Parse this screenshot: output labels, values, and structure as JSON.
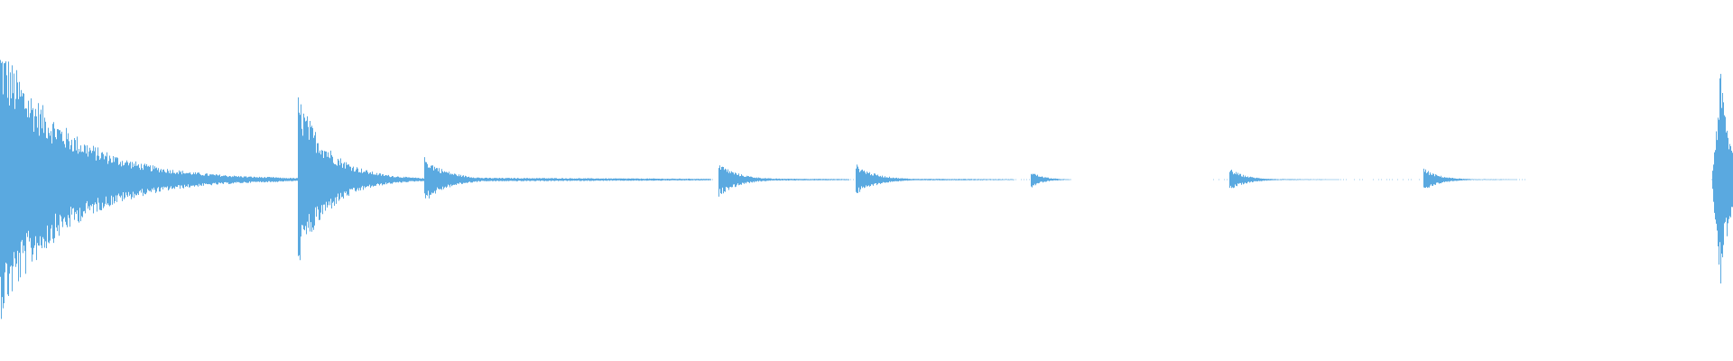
{
  "waveform": {
    "color": "#5aa9e0",
    "background": "#ffffff",
    "duration_fraction_visible": 1.0,
    "transients": [
      {
        "position": 0.0,
        "peak_amplitude": 0.98,
        "decay": 0.085,
        "tail_level": 0.045,
        "tail_until": 0.16
      },
      {
        "position": 0.172,
        "peak_amplitude": 0.6,
        "decay": 0.04,
        "tail_level": 0.035,
        "tail_until": 0.24
      },
      {
        "position": 0.245,
        "peak_amplitude": 0.16,
        "decay": 0.03,
        "tail_level": 0.015,
        "tail_until": 0.41
      },
      {
        "position": 0.415,
        "peak_amplitude": 0.12,
        "decay": 0.025,
        "tail_level": 0.01,
        "tail_until": 0.49
      },
      {
        "position": 0.494,
        "peak_amplitude": 0.11,
        "decay": 0.025,
        "tail_level": 0.008,
        "tail_until": 0.585
      },
      {
        "position": 0.595,
        "peak_amplitude": 0.06,
        "decay": 0.015,
        "tail_level": 0.005,
        "tail_until": 0.618
      },
      {
        "position": 0.71,
        "peak_amplitude": 0.08,
        "decay": 0.02,
        "tail_level": 0.005,
        "tail_until": 0.773
      },
      {
        "position": 0.822,
        "peak_amplitude": 0.08,
        "decay": 0.02,
        "tail_level": 0.005,
        "tail_until": 0.875
      },
      {
        "position": 0.993,
        "peak_amplitude": 0.78,
        "decay": 0.012,
        "tail_level": 0.05,
        "tail_until": 1.0
      }
    ]
  }
}
